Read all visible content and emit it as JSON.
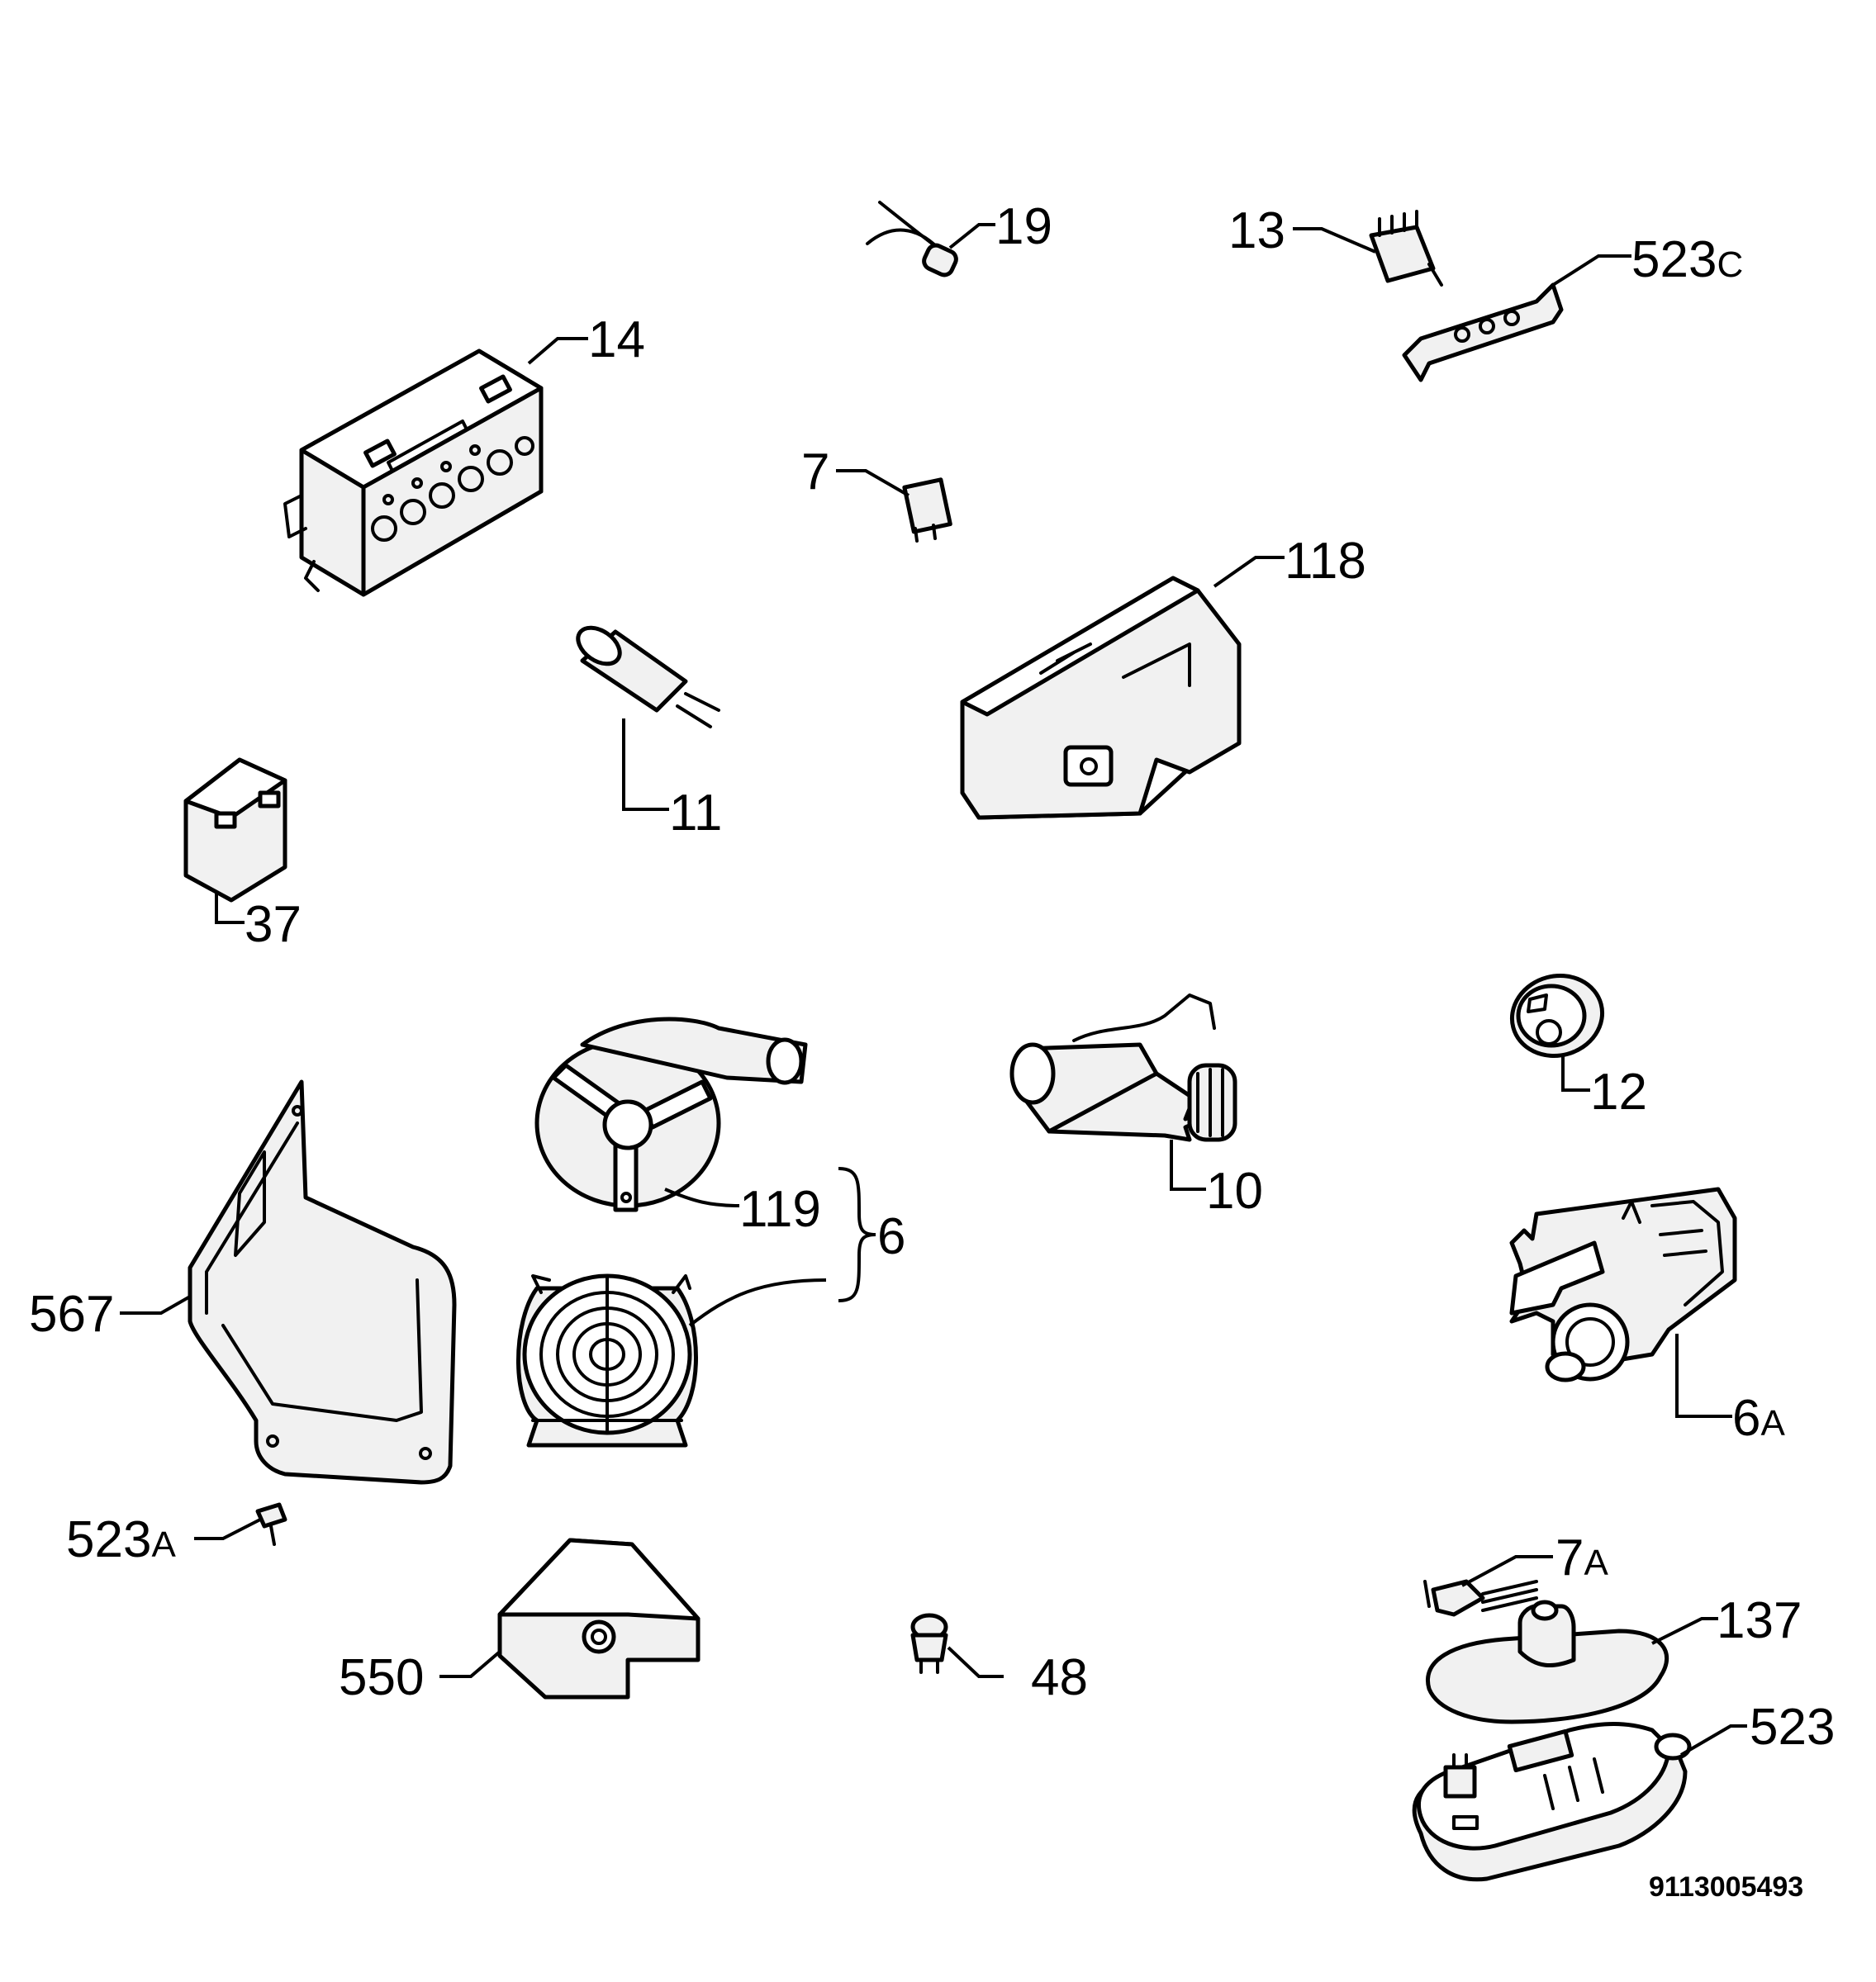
{
  "callouts": {
    "p19": "19",
    "p13": "13",
    "p523c": {
      "num": "523",
      "suffix": "C"
    },
    "p14": "14",
    "p7": "7",
    "p118": "118",
    "p11": "11",
    "p37": "37",
    "p12": "12",
    "p10": "10",
    "p119": "119",
    "p6": "6",
    "p567": "567",
    "p6a": {
      "num": "6",
      "suffix": "A"
    },
    "p523a": {
      "num": "523",
      "suffix": "A"
    },
    "p7a": {
      "num": "7",
      "suffix": "A"
    },
    "p137": "137",
    "p550": "550",
    "p48": "48",
    "p523": "523"
  },
  "document_number": "9113005493"
}
